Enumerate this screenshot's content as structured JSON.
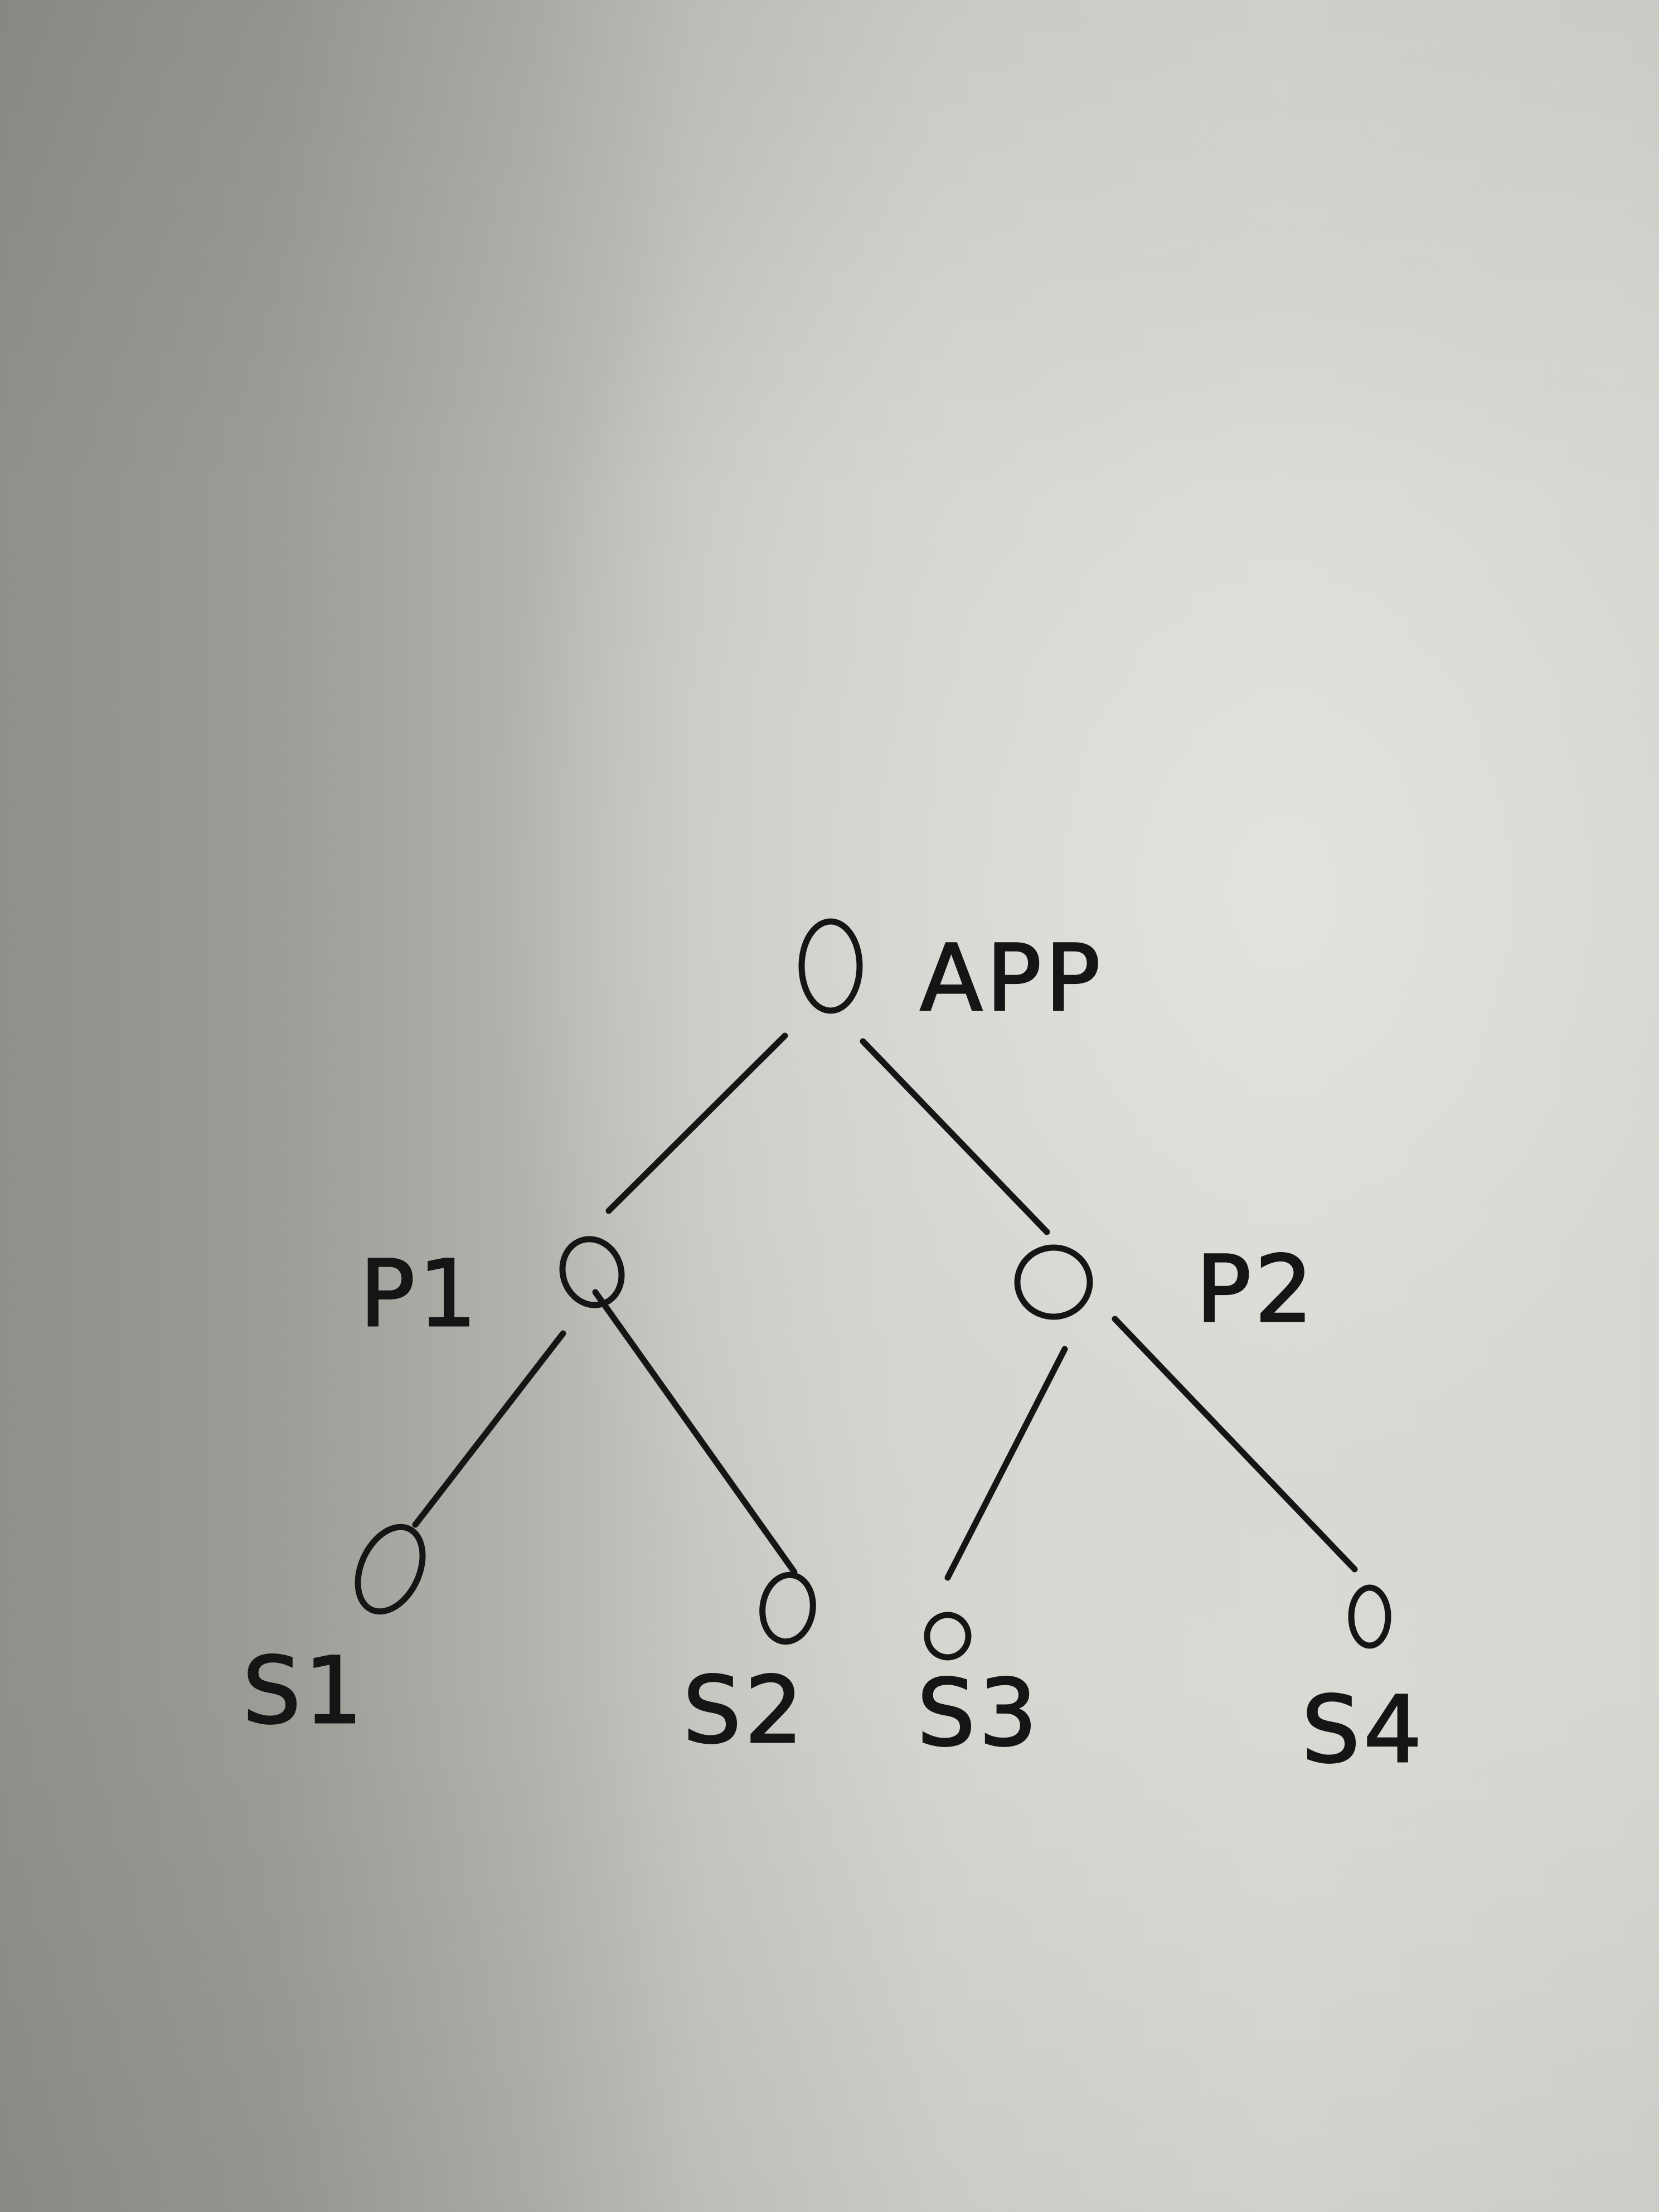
{
  "diagram": {
    "type": "tree",
    "nodes": [
      {
        "id": "app",
        "label": "APP"
      },
      {
        "id": "p1",
        "label": "P1"
      },
      {
        "id": "p2",
        "label": "P2"
      },
      {
        "id": "s1",
        "label": "S1"
      },
      {
        "id": "s2",
        "label": "S2"
      },
      {
        "id": "s3",
        "label": "S3"
      },
      {
        "id": "s4",
        "label": "S4"
      }
    ],
    "edges": [
      {
        "from": "app",
        "to": "p1"
      },
      {
        "from": "app",
        "to": "p2"
      },
      {
        "from": "p1",
        "to": "s1"
      },
      {
        "from": "p1",
        "to": "s2"
      },
      {
        "from": "p2",
        "to": "s3"
      },
      {
        "from": "p2",
        "to": "s4"
      }
    ]
  }
}
